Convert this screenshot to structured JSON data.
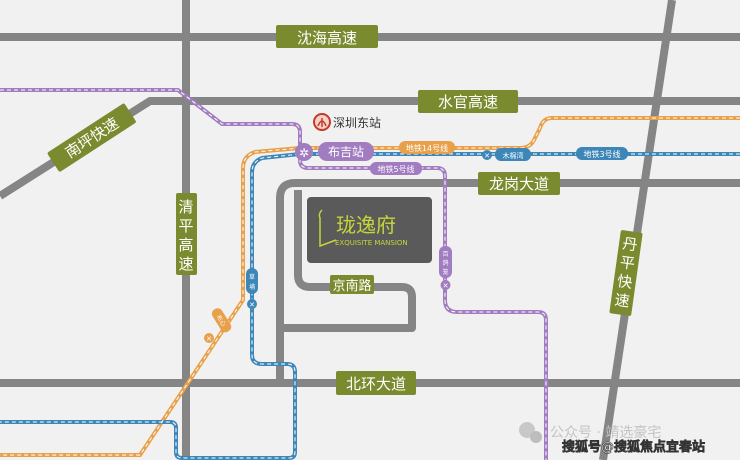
{
  "roads": {
    "shenhai": "沈海高速",
    "shuiguan": "水官高速",
    "nanping": "南坪快速",
    "qingping": [
      "清",
      "平",
      "高",
      "速"
    ],
    "longgang": "龙岗大道",
    "danping": [
      "丹",
      "平",
      "快",
      "速"
    ],
    "jingnan": "京南路",
    "beihuan": "北环大道"
  },
  "stations": {
    "shenzhen_east": "深圳东站",
    "buji": "布吉站",
    "mumianwan": "木棉湾",
    "caopu": [
      "草",
      "埔"
    ],
    "baigelong": [
      "百",
      "鸽",
      "笼"
    ],
    "buxin": "布心"
  },
  "metro_lines": {
    "line14": {
      "label": "地铁14号线",
      "color": "#e8a04a"
    },
    "line3": {
      "label": "地铁3号线",
      "color": "#3d86b8"
    },
    "line5": {
      "label": "地铁5号线",
      "color": "#a27cc0"
    }
  },
  "project": {
    "name_cn": "珑逸府",
    "name_en": "EXQUISITE MANSION",
    "box_color": "#5a5a5a",
    "text_color": "#c6d63a"
  },
  "watermark": {
    "line1": "公众号 · 靖选豪宅",
    "line2": "搜狐号@搜狐焦点宜春站"
  }
}
